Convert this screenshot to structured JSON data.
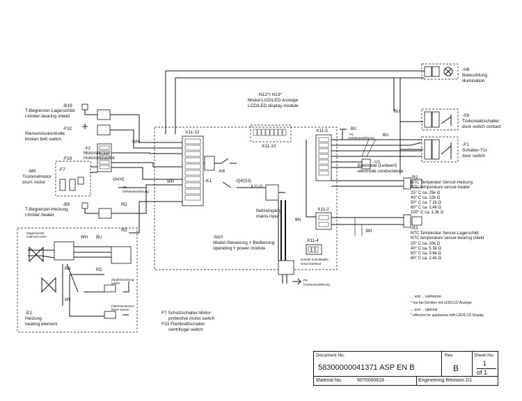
{
  "components": {
    "h8": {
      "ref": "-H8",
      "de": "Beleuchtung",
      "en": "illumination"
    },
    "s9": {
      "ref": "-S9",
      "de": "Türkontaktschalter",
      "en": "door switch contact"
    },
    "f1": {
      "ref": "-F1",
      "de": "Schalter-Tür",
      "en": "door switch"
    },
    "b19": {
      "ref": "-B19",
      "de": "T-Begrenzer-Lagerschild",
      "en": "t-limiter-bearing shield"
    },
    "f32": {
      "ref": "-F32",
      "de": "Riemenrisskontrolle",
      "en": "broken belt switch"
    },
    "x2": {
      "ref": "-X2",
      "de": "Motorstecker",
      "en": "motorconnector"
    },
    "f33": {
      "ref": "-F33"
    },
    "m8": {
      "ref": "-M8",
      "de": "Trommelmotor",
      "en": "drum motor"
    },
    "f7": {
      "ref": "-F7"
    },
    "b9": {
      "ref": "-B9",
      "de": "T-Begrenzer-Heizung",
      "en": "t-limiter-heater"
    },
    "r2": {
      "ref": "-R2",
      "de": "NTC Temperatur Sensor-Heizung",
      "en": "NTC temperature sensor-heater",
      "values": [
        "25° C ca. 25k Ω",
        "40° C ca. 12k Ω",
        "50° C ca. 7.2k Ω",
        "60° C ca. 2.4k Ω",
        "100° C ca. 1.3k Ω"
      ]
    },
    "r3": {
      "ref": "-R3",
      "de": "NTC Temperatur Sensor-Lagerschild",
      "en": "NTC temperature sensor-bearing shield",
      "values": [
        "25° C ca. 10k Ω",
        "40° C ca. 5.3k Ω",
        "50° C ca. 3.6k Ω",
        "60° C ca. 2.4k Ω"
      ]
    },
    "v2": {
      "ref": "-V2",
      "de": "Elektrode (Leitwert)",
      "en": "electrode conductance"
    },
    "n12": {
      "ref": "-N12*/-N13*",
      "de": "Modul-LCD/LED Anzeige",
      "en": "LCD/LED display module"
    },
    "n10": {
      "ref": "-N10",
      "de": "Modul-Steuerung + Bedienung",
      "en": "operating + power module"
    },
    "e1": {
      "ref": "-E1",
      "de": "Heizung",
      "en": "heating element"
    },
    "k1": {
      "ref": "-K1"
    },
    "k6": {
      "ref": "-K6"
    },
    "q4": {
      "ref": "-Q4(S3)"
    },
    "magnetic": {
      "label": "Magnetventil\nsolenoid valve"
    },
    "igniter": {
      "label": "Zündeinrichtung\nIgniter"
    },
    "flame": {
      "label": "Flammensensor\nflame sensor"
    },
    "netzeingang": {
      "de": "Netzeingang",
      "en": "mains input"
    },
    "serial": {
      "de": "serielle Schnittstelle",
      "en": "serial interface"
    }
  },
  "connectors": [
    "X11-12",
    "X11-10",
    "X11-5",
    "X11-0",
    "X11-2",
    "X11-4"
  ],
  "wire_labels": {
    "bu": "BU",
    "wh": "WH",
    "bn": "BN",
    "rd": "RD",
    "gnye": "GNYE",
    "pe": "PE",
    "pe_de": "Gehäuseauflösung"
  },
  "legend": {
    "f7_de": "F7  Schutzschalter-Motor",
    "f7_en": "protective motor switch",
    "f33_de": "F33 Fliehkraftschalter",
    "f33_en": "centrifugal switch"
  },
  "notes": {
    "n1": "... und ... wahlweise",
    "n2": "* nur bei Geräten mit LED/LCD Anzeige",
    "n3": "... and ... optional",
    "n4": "* effective for appliances with LED/LCD Display"
  },
  "title_block": {
    "doc_label": "Document No.",
    "doc_no": "58300000041371 ASP EN B",
    "rev_label": "Rev",
    "rev": "B",
    "sheet_label": "Sheet-No.",
    "sheet": "1",
    "of": "of 1",
    "material_label": "Material No.",
    "material_no": "5070000618",
    "engineering": "Engineering Revision  D1"
  }
}
